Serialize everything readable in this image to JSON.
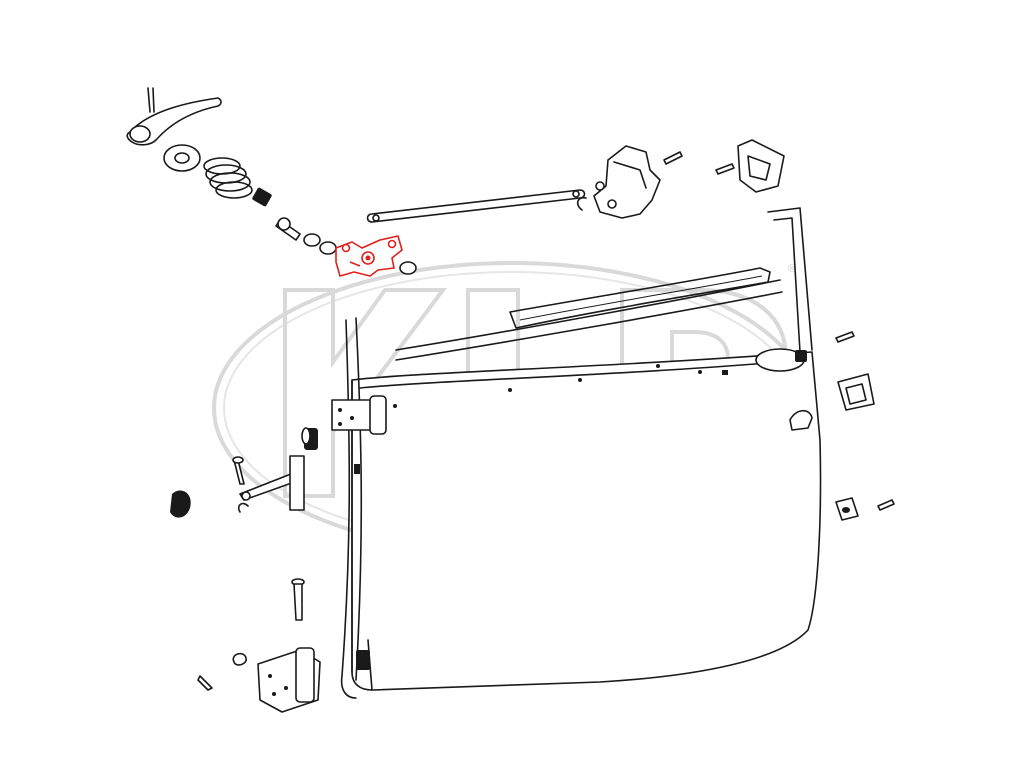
{
  "diagram": {
    "watermark": {
      "logo": "KLP",
      "registered_mark": "®"
    },
    "highlighted_part": "door-lock-mechanism",
    "parts": [
      "inner-door-handle",
      "handle-pin",
      "handle-escutcheon-washer",
      "return-spring",
      "spring-sleeve",
      "handle-shaft-bolt",
      "shaft-washer",
      "door-lock-mechanism",
      "nut",
      "remote-control-rod",
      "rod-clip",
      "door-lock-body",
      "screw",
      "lock-striker-plate",
      "door-shell",
      "window-channel-seal",
      "outer-door-handle",
      "handle-trim-ring",
      "window-crank-escutcheon",
      "door-hinge-upper",
      "door-check-strap",
      "rubber-bumper",
      "hinge-bolt",
      "door-stop-buffer",
      "hinge-pin",
      "door-hinge-lower",
      "door-seal-rubber",
      "clip"
    ]
  }
}
